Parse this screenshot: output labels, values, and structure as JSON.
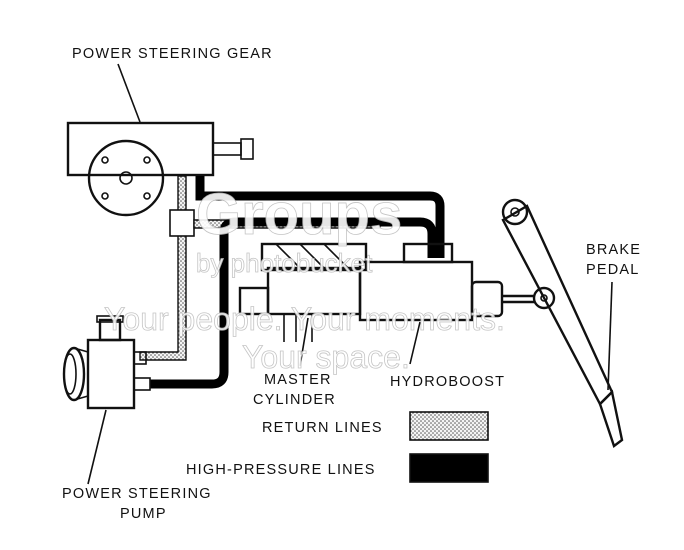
{
  "labels": {
    "power_steering_gear": "POWER STEERING GEAR",
    "brake_pedal_line1": "BRAKE",
    "brake_pedal_line2": "PEDAL",
    "master_cylinder_line1": "MASTER",
    "master_cylinder_line2": "CYLINDER",
    "hydroboost": "HYDROBOOST",
    "pump_line1": "POWER STEERING",
    "pump_line2": "PUMP"
  },
  "legend": {
    "return_lines": "RETURN LINES",
    "high_pressure_lines": "HIGH-PRESSURE LINES"
  },
  "watermark": {
    "brand": "Groups",
    "byline": "by photobucket",
    "tagline1": "Your people. Your moments.",
    "tagline2": "Your space."
  },
  "colors": {
    "line_art": "#111111",
    "high_pressure_fill": "#000000",
    "return_fill": "#dcdcdc"
  }
}
